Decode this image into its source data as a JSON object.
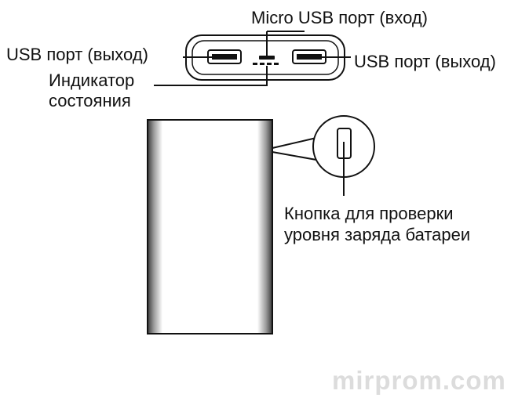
{
  "labels": {
    "micro_usb": "Micro USB порт (вход)",
    "usb_left": "USB порт (выход)",
    "usb_right": "USB порт (выход)",
    "indicator_line1": "Индикатор",
    "indicator_line2": "состояния",
    "button_line1": "Кнопка для проверки",
    "button_line2": "уровня заряда батареи"
  },
  "watermark": "mirprom.com",
  "colors": {
    "ink": "#111111",
    "watermark": "#dcdcdc",
    "background": "#ffffff"
  }
}
